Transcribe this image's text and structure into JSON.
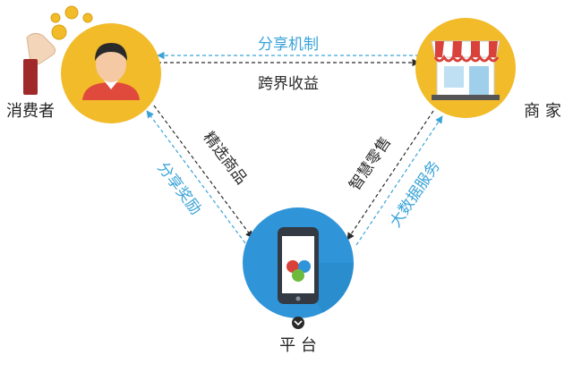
{
  "colors": {
    "node_yellow": "#f2bb2a",
    "node_blue": "#2f95d8",
    "arrow_dark": "#2b2b2b",
    "arrow_blue": "#3aa3d8",
    "shop_stripe": "#d9423a",
    "person_shirt": "#e04a3c"
  },
  "nodes": {
    "consumer": {
      "label": "消费者",
      "icon": "person-icon"
    },
    "merchant": {
      "label": "商 家",
      "icon": "shop-icon"
    },
    "platform": {
      "label": "平 台",
      "icon": "phone-app-icon"
    }
  },
  "edges": {
    "share_mechanism": "分享机制",
    "cross_revenue": "跨界收益",
    "curated_goods": "精选商品",
    "share_reward": "分享奖励",
    "smart_retail": "智慧零售",
    "big_data": "大数据服务"
  }
}
